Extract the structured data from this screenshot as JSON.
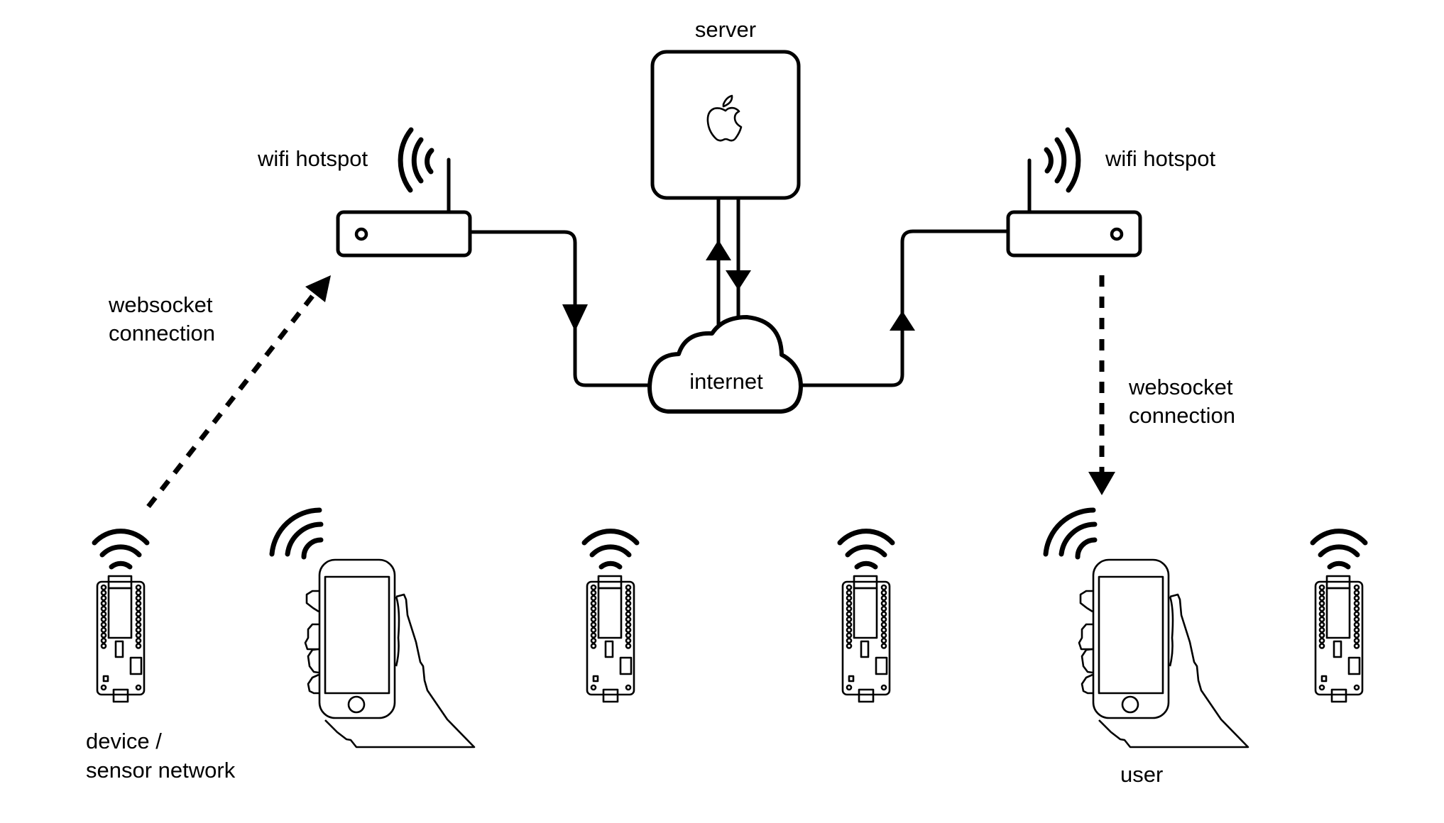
{
  "labels": {
    "server": "server",
    "internet": "internet",
    "wifi_hotspot_left": "wifi hotspot",
    "wifi_hotspot_right": "wifi hotspot",
    "websocket_left_line1": "websocket",
    "websocket_left_line2": "connection",
    "websocket_right_line1": "websocket",
    "websocket_right_line2": "connection",
    "device_line1": "device /",
    "device_line2": "sensor network",
    "user": "user"
  },
  "nodes": [
    {
      "id": "server",
      "icon": "apple-logo-icon"
    },
    {
      "id": "internet",
      "icon": "cloud-icon"
    },
    {
      "id": "router-left",
      "icon": "router-icon"
    },
    {
      "id": "router-right",
      "icon": "router-icon"
    },
    {
      "id": "device-1",
      "icon": "microcontroller-board-icon"
    },
    {
      "id": "phone-1",
      "icon": "hand-holding-phone-icon"
    },
    {
      "id": "device-2",
      "icon": "microcontroller-board-icon"
    },
    {
      "id": "device-3",
      "icon": "microcontroller-board-icon"
    },
    {
      "id": "phone-2",
      "icon": "hand-holding-phone-icon"
    },
    {
      "id": "device-4",
      "icon": "microcontroller-board-icon"
    }
  ],
  "edges": [
    {
      "from": "router-left",
      "to": "internet",
      "style": "solid",
      "arrow": "down"
    },
    {
      "from": "internet",
      "to": "server",
      "style": "solid",
      "arrow": "up"
    },
    {
      "from": "server",
      "to": "internet",
      "style": "solid",
      "arrow": "down"
    },
    {
      "from": "internet",
      "to": "router-right",
      "style": "solid",
      "arrow": "up"
    },
    {
      "from": "device-1",
      "to": "router-left",
      "style": "dashed",
      "label": "websocket connection"
    },
    {
      "from": "router-right",
      "to": "phone-2",
      "style": "dashed",
      "label": "websocket connection"
    }
  ]
}
